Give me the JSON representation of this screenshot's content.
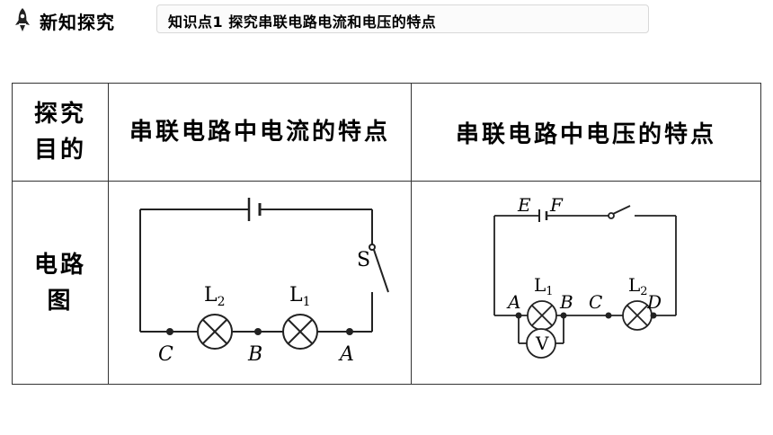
{
  "header": {
    "section_title": "新知探究",
    "topic": "知识点1  探究串联电路电流和电压的特点"
  },
  "table": {
    "row1_label": [
      "探究",
      "目的"
    ],
    "current_purpose": "串联电路中电流的特点",
    "voltage_purpose": "串联电路中电压的特点",
    "row2_label": [
      "电路",
      "图"
    ]
  },
  "circuit_current": {
    "points": [
      "A",
      "B",
      "C"
    ],
    "lamps": [
      {
        "main": "L",
        "sub": "1"
      },
      {
        "main": "L",
        "sub": "2"
      }
    ],
    "switch": "S"
  },
  "circuit_voltage": {
    "points": [
      "A",
      "B",
      "C",
      "D",
      "E",
      "F"
    ],
    "lamps": [
      {
        "main": "L",
        "sub": "1"
      },
      {
        "main": "L",
        "sub": "2"
      }
    ],
    "meter": "V"
  }
}
